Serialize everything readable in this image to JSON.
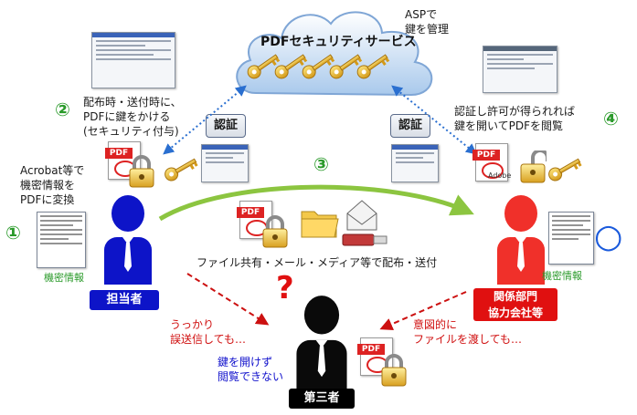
{
  "cloud": {
    "title": "PDFセキュリティサービス",
    "asp_note": [
      "ASPで",
      "鍵を管理"
    ]
  },
  "steps": {
    "s1": "①",
    "s2": "②",
    "s3": "③",
    "s4": "④",
    "s2_text": [
      "配布時・送付時に、",
      "PDFに鍵をかける",
      "(セキュリティ付与)"
    ],
    "s4_text": [
      "認証し許可が得られれば",
      "鍵を開いてPDFを閲覧"
    ],
    "s1_text": [
      "Acrobat等で",
      "機密情報を",
      "PDFに変換"
    ],
    "s3_text": "ファイル共有・メール・メディア等で配布・送付"
  },
  "auth_label": "認証",
  "doc_label": "機密情報",
  "persons": {
    "sender": "担当者",
    "receiver": [
      "関係部門",
      "協力会社等"
    ],
    "third": "第三者"
  },
  "ok_mark": "○",
  "question_mark": "?",
  "warnings": {
    "left": [
      "うっかり",
      "誤送信しても…"
    ],
    "right": [
      "意図的に",
      "ファイルを渡しても…"
    ],
    "result": [
      "鍵を開けず",
      "閲覧できない"
    ]
  },
  "icons": {
    "key": "key-icon",
    "lock": "padlock-icon",
    "pdf": "pdf-file-icon",
    "folder": "folder-icon",
    "mail": "envelope-icon",
    "usb": "usb-drive-icon"
  },
  "colors": {
    "green": "#2a9a2a",
    "blue": "#1010cc",
    "red": "#d01010",
    "arrow": "#8cc540"
  },
  "pdf_tag": "PDF",
  "adobe_tag": "Adobe"
}
